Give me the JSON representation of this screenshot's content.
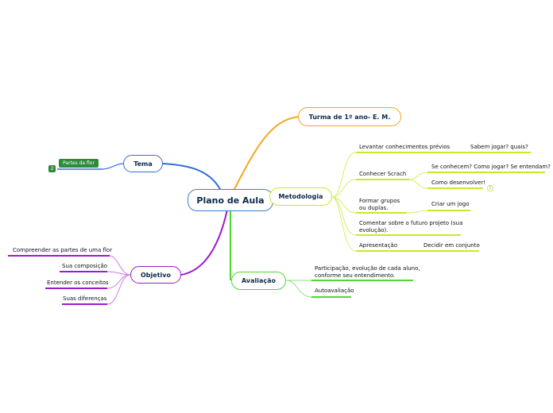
{
  "root": {
    "label": "Plano de Aula"
  },
  "colors": {
    "root_border": "#3b7fd4",
    "turma": "#f5a623",
    "tema": "#2f6fd8",
    "objetivo": "#9b1bd0",
    "metodologia": "#c6ea2a",
    "avaliacao": "#4cd82e",
    "badge_green": "#2e8b3a"
  },
  "turma": {
    "label": "Turma de 1º ano- E. M."
  },
  "tema": {
    "label": "Tema",
    "child_label": "Partes da flor",
    "badge": "2"
  },
  "objetivo": {
    "label": "Objetivo",
    "items": [
      "Compreender as partes de uma flor",
      "Sua composição",
      "Entender os conceitos",
      "Suas diferenças"
    ]
  },
  "metodologia": {
    "label": "Metodologia",
    "levantar": "Levantar conhecimentos prévios",
    "sabem": "Sabem jogar? quais?",
    "conhecer": "Conhecer Scrach",
    "se_conhecem": "Se conhecem? Como jogar? Se entendam?",
    "como": "Como desenvolver!",
    "collapse": "1",
    "formar_line1": "Formar grupos",
    "formar_line2": "ou duplas.",
    "criar": "Criar um jogo",
    "comentar_line1": "Comentar sobre o futuro projeto (sua",
    "comentar_line2": "evolução).",
    "apresentacao": "Apresentação",
    "decidir": "Decidir em conjunto"
  },
  "avaliacao": {
    "label": "Avaliação",
    "participacao_line1": "Participação, evolução de cada aluno,",
    "participacao_line2": "conforme seu entendimento.",
    "auto": "Autoavaliação"
  }
}
